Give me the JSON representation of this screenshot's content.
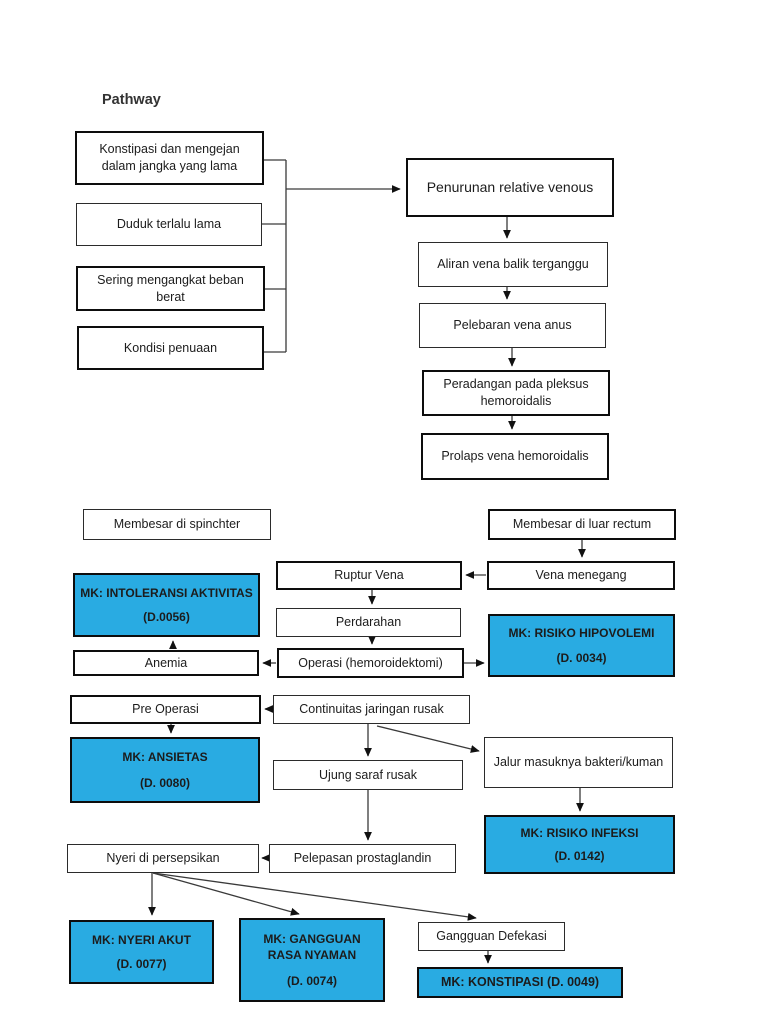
{
  "page": {
    "title": "Pathway",
    "colors": {
      "mk_fill": "#29abe2",
      "box_border": "#0d0d0d",
      "arrow": "#3a3a3a",
      "background": "#ffffff"
    }
  },
  "nodes": {
    "konstipasi": {
      "label": "Konstipasi dan mengejan dalam jangka yang lama"
    },
    "duduk": {
      "label": "Duduk terlalu lama"
    },
    "beban": {
      "label": "Sering mengangkat beban berat"
    },
    "penuaan": {
      "label": "Kondisi penuaan"
    },
    "penurunan": {
      "label": "Penurunan relative venous"
    },
    "aliran": {
      "label": "Aliran vena balik terganggu"
    },
    "pelebaran": {
      "label": "Pelebaran vena anus"
    },
    "peradangan": {
      "label": "Peradangan pada pleksus hemoroidalis"
    },
    "prolaps": {
      "label": "Prolaps vena hemoroidalis"
    },
    "spinchter": {
      "label": "Membesar di spinchter"
    },
    "rectum": {
      "label": "Membesar di luar rectum"
    },
    "vena_menegang": {
      "label": "Vena menegang"
    },
    "ruptur": {
      "label": "Ruptur Vena"
    },
    "perdarahan": {
      "label": "Perdarahan"
    },
    "operasi": {
      "label": "Operasi (hemoroidektomi)"
    },
    "anemia": {
      "label": "Anemia"
    },
    "mk_intoleransi": {
      "title": "MK: INTOLERANSI AKTIVITAS",
      "code": "(D.0056)"
    },
    "mk_hipovolemi": {
      "title": "MK: RISIKO HIPOVOLEMI",
      "code": "(D. 0034)"
    },
    "pre_operasi": {
      "label": "Pre Operasi"
    },
    "continuitas": {
      "label": "Continuitas jaringan rusak"
    },
    "mk_ansietas": {
      "title": "MK: ANSIETAS",
      "code": "(D. 0080)"
    },
    "ujung_saraf": {
      "label": "Ujung saraf rusak"
    },
    "jalur": {
      "label": "Jalur masuknya bakteri/kuman"
    },
    "mk_infeksi": {
      "title": "MK: RISIKO INFEKSI",
      "code": "(D. 0142)"
    },
    "nyeri_persepsi": {
      "label": "Nyeri di persepsikan"
    },
    "pelepasan": {
      "label": "Pelepasan prostaglandin"
    },
    "mk_nyeri": {
      "title": "MK: NYERI AKUT",
      "code": "(D. 0077)"
    },
    "mk_gangguan": {
      "title": "MK: GANGGUAN RASA NYAMAN",
      "code": "(D. 0074)"
    },
    "gangguan_defekasi": {
      "label": "Gangguan Defekasi"
    },
    "mk_konstipasi": {
      "label": "MK: KONSTIPASI (D. 0049)"
    }
  }
}
